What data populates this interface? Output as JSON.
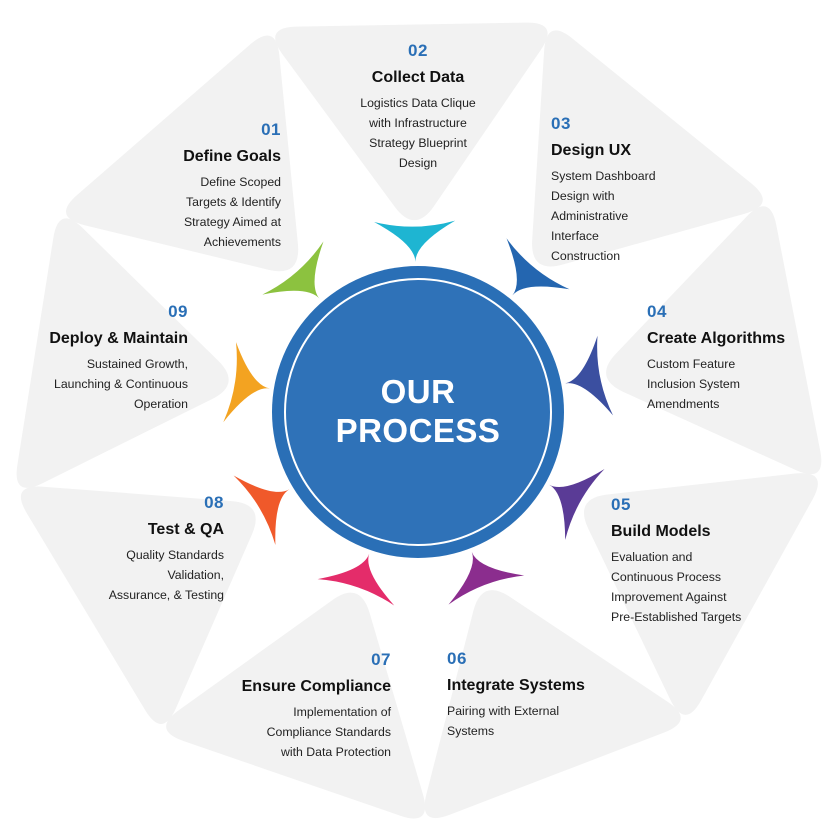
{
  "center": {
    "line1": "OUR",
    "line2": "PROCESS"
  },
  "colors": {
    "petal": "#f2f2f2",
    "circle_outer": "#2a6fb6",
    "circle_inner": "#2f72b8",
    "number": "#2a6fb6"
  },
  "steps": [
    {
      "number": "01",
      "title": "Define Goals",
      "lines": [
        "Define Scoped",
        "Targets & Identify",
        "Strategy Aimed at",
        "Achievements"
      ],
      "color": "#8cc23f"
    },
    {
      "number": "02",
      "title": "Collect Data",
      "lines": [
        "Logistics Data Clique",
        "with Infrastructure",
        "Strategy Blueprint",
        "Design"
      ],
      "color": "#1eb5d2"
    },
    {
      "number": "03",
      "title": "Design UX",
      "lines": [
        "System Dashboard",
        "Design with",
        "Administrative",
        "Interface",
        "Construction"
      ],
      "color": "#2466b0"
    },
    {
      "number": "04",
      "title": "Create Algorithms",
      "lines": [
        "Custom Feature",
        "Inclusion System",
        "Amendments"
      ],
      "color": "#3b4fa0"
    },
    {
      "number": "05",
      "title": "Build Models",
      "lines": [
        "Evaluation and",
        "Continuous Process",
        "Improvement Against",
        "Pre-Established Targets"
      ],
      "color": "#5a3b96"
    },
    {
      "number": "06",
      "title": "Integrate Systems",
      "lines": [
        "Pairing with External",
        "Systems"
      ],
      "color": "#8b2d8e"
    },
    {
      "number": "07",
      "title": "Ensure Compliance",
      "lines": [
        "Implementation of",
        "Compliance Standards",
        "with Data Protection"
      ],
      "color": "#e42c6a"
    },
    {
      "number": "08",
      "title": "Test & QA",
      "lines": [
        "Quality Standards",
        "Validation,",
        "Assurance, & Testing"
      ],
      "color": "#f0592a"
    },
    {
      "number": "09",
      "title": "Deploy & Maintain",
      "lines": [
        "Sustained Growth,",
        "Launching & Continuous",
        "Operation"
      ],
      "color": "#f3a321"
    }
  ]
}
